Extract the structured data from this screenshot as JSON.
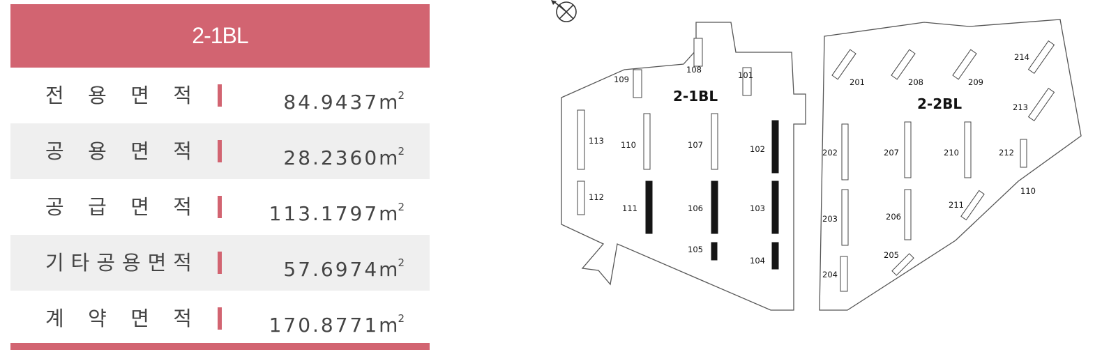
{
  "table": {
    "title": "2-1BL",
    "unit": "m",
    "unit_sup": "2",
    "rows": [
      {
        "label": [
          "전",
          "용",
          "면",
          "적"
        ],
        "value": "84.9437"
      },
      {
        "label": [
          "공",
          "용",
          "면",
          "적"
        ],
        "value": "28.2360"
      },
      {
        "label": [
          "공",
          "급",
          "면",
          "적"
        ],
        "value": "113.1797"
      },
      {
        "label": [
          "기",
          "타",
          "공",
          "용",
          "면",
          "적"
        ],
        "value": "57.6974"
      },
      {
        "label": [
          "계",
          "약",
          "면",
          "적"
        ],
        "value": "170.8771"
      }
    ]
  },
  "colors": {
    "accent": "#d26471",
    "row_alt": "#efefef"
  },
  "site_plan": {
    "compass_icon": "north-arrow-icon",
    "blocks": [
      {
        "id": "2-1BL",
        "label": "2-1BL"
      },
      {
        "id": "2-2BL",
        "label": "2-2BL"
      }
    ],
    "buildings": [
      {
        "number": "101",
        "block": "2-1BL",
        "highlighted": false
      },
      {
        "number": "102",
        "block": "2-1BL",
        "highlighted": true
      },
      {
        "number": "103",
        "block": "2-1BL",
        "highlighted": true
      },
      {
        "number": "104",
        "block": "2-1BL",
        "highlighted": true
      },
      {
        "number": "105",
        "block": "2-1BL",
        "highlighted": true
      },
      {
        "number": "106",
        "block": "2-1BL",
        "highlighted": true
      },
      {
        "number": "107",
        "block": "2-1BL",
        "highlighted": false
      },
      {
        "number": "108",
        "block": "2-1BL",
        "highlighted": false
      },
      {
        "number": "109",
        "block": "2-1BL",
        "highlighted": false
      },
      {
        "number": "110",
        "block": "2-1BL",
        "highlighted": false
      },
      {
        "number": "111",
        "block": "2-1BL",
        "highlighted": true
      },
      {
        "number": "112",
        "block": "2-1BL",
        "highlighted": false
      },
      {
        "number": "113",
        "block": "2-1BL",
        "highlighted": false
      },
      {
        "number": "201",
        "block": "2-2BL",
        "highlighted": false
      },
      {
        "number": "202",
        "block": "2-2BL",
        "highlighted": false
      },
      {
        "number": "203",
        "block": "2-2BL",
        "highlighted": false
      },
      {
        "number": "204",
        "block": "2-2BL",
        "highlighted": false
      },
      {
        "number": "205",
        "block": "2-2BL",
        "highlighted": false
      },
      {
        "number": "206",
        "block": "2-2BL",
        "highlighted": false
      },
      {
        "number": "207",
        "block": "2-2BL",
        "highlighted": false
      },
      {
        "number": "208",
        "block": "2-2BL",
        "highlighted": false
      },
      {
        "number": "209",
        "block": "2-2BL",
        "highlighted": false
      },
      {
        "number": "210",
        "block": "2-2BL",
        "highlighted": false
      },
      {
        "number": "211",
        "block": "2-2BL",
        "highlighted": false
      },
      {
        "number": "212",
        "block": "2-2BL",
        "highlighted": false
      },
      {
        "number": "213",
        "block": "2-2BL",
        "highlighted": false
      },
      {
        "number": "214",
        "block": "2-2BL",
        "highlighted": false
      },
      {
        "number": "110",
        "block": "2-2BL",
        "highlighted": false
      }
    ]
  }
}
